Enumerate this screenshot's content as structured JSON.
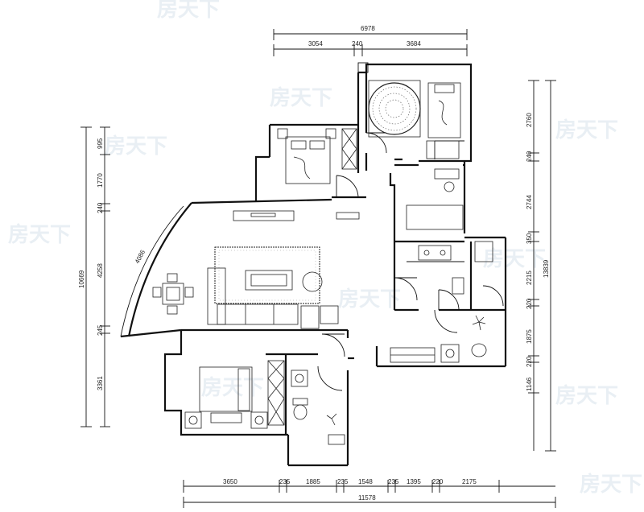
{
  "top_dims": {
    "total": "6978",
    "seg1": "3054",
    "seg2": "240",
    "seg3": "3684"
  },
  "bottom_dims": {
    "total": "11578",
    "seg1": "3650",
    "seg2": "235",
    "seg3": "1885",
    "seg4": "235",
    "seg5": "1548",
    "seg6": "235",
    "seg7": "1395",
    "seg8": "220",
    "seg9": "2175"
  },
  "left_dims": {
    "total": "10669",
    "seg1": "995",
    "seg2": "1770",
    "seg3": "240",
    "seg4": "4258",
    "seg5": "245",
    "seg6": "3361"
  },
  "right_dims": {
    "total": "13839",
    "seg1": "2760",
    "seg2": "240",
    "seg3": "2744",
    "seg4": "350",
    "seg5": "2215",
    "seg6": "220",
    "seg7": "1875",
    "seg8": "220",
    "seg9": "1146"
  },
  "arc_label": "4086",
  "colors": {
    "line": "#111111",
    "watermark": "#e9eff4"
  }
}
